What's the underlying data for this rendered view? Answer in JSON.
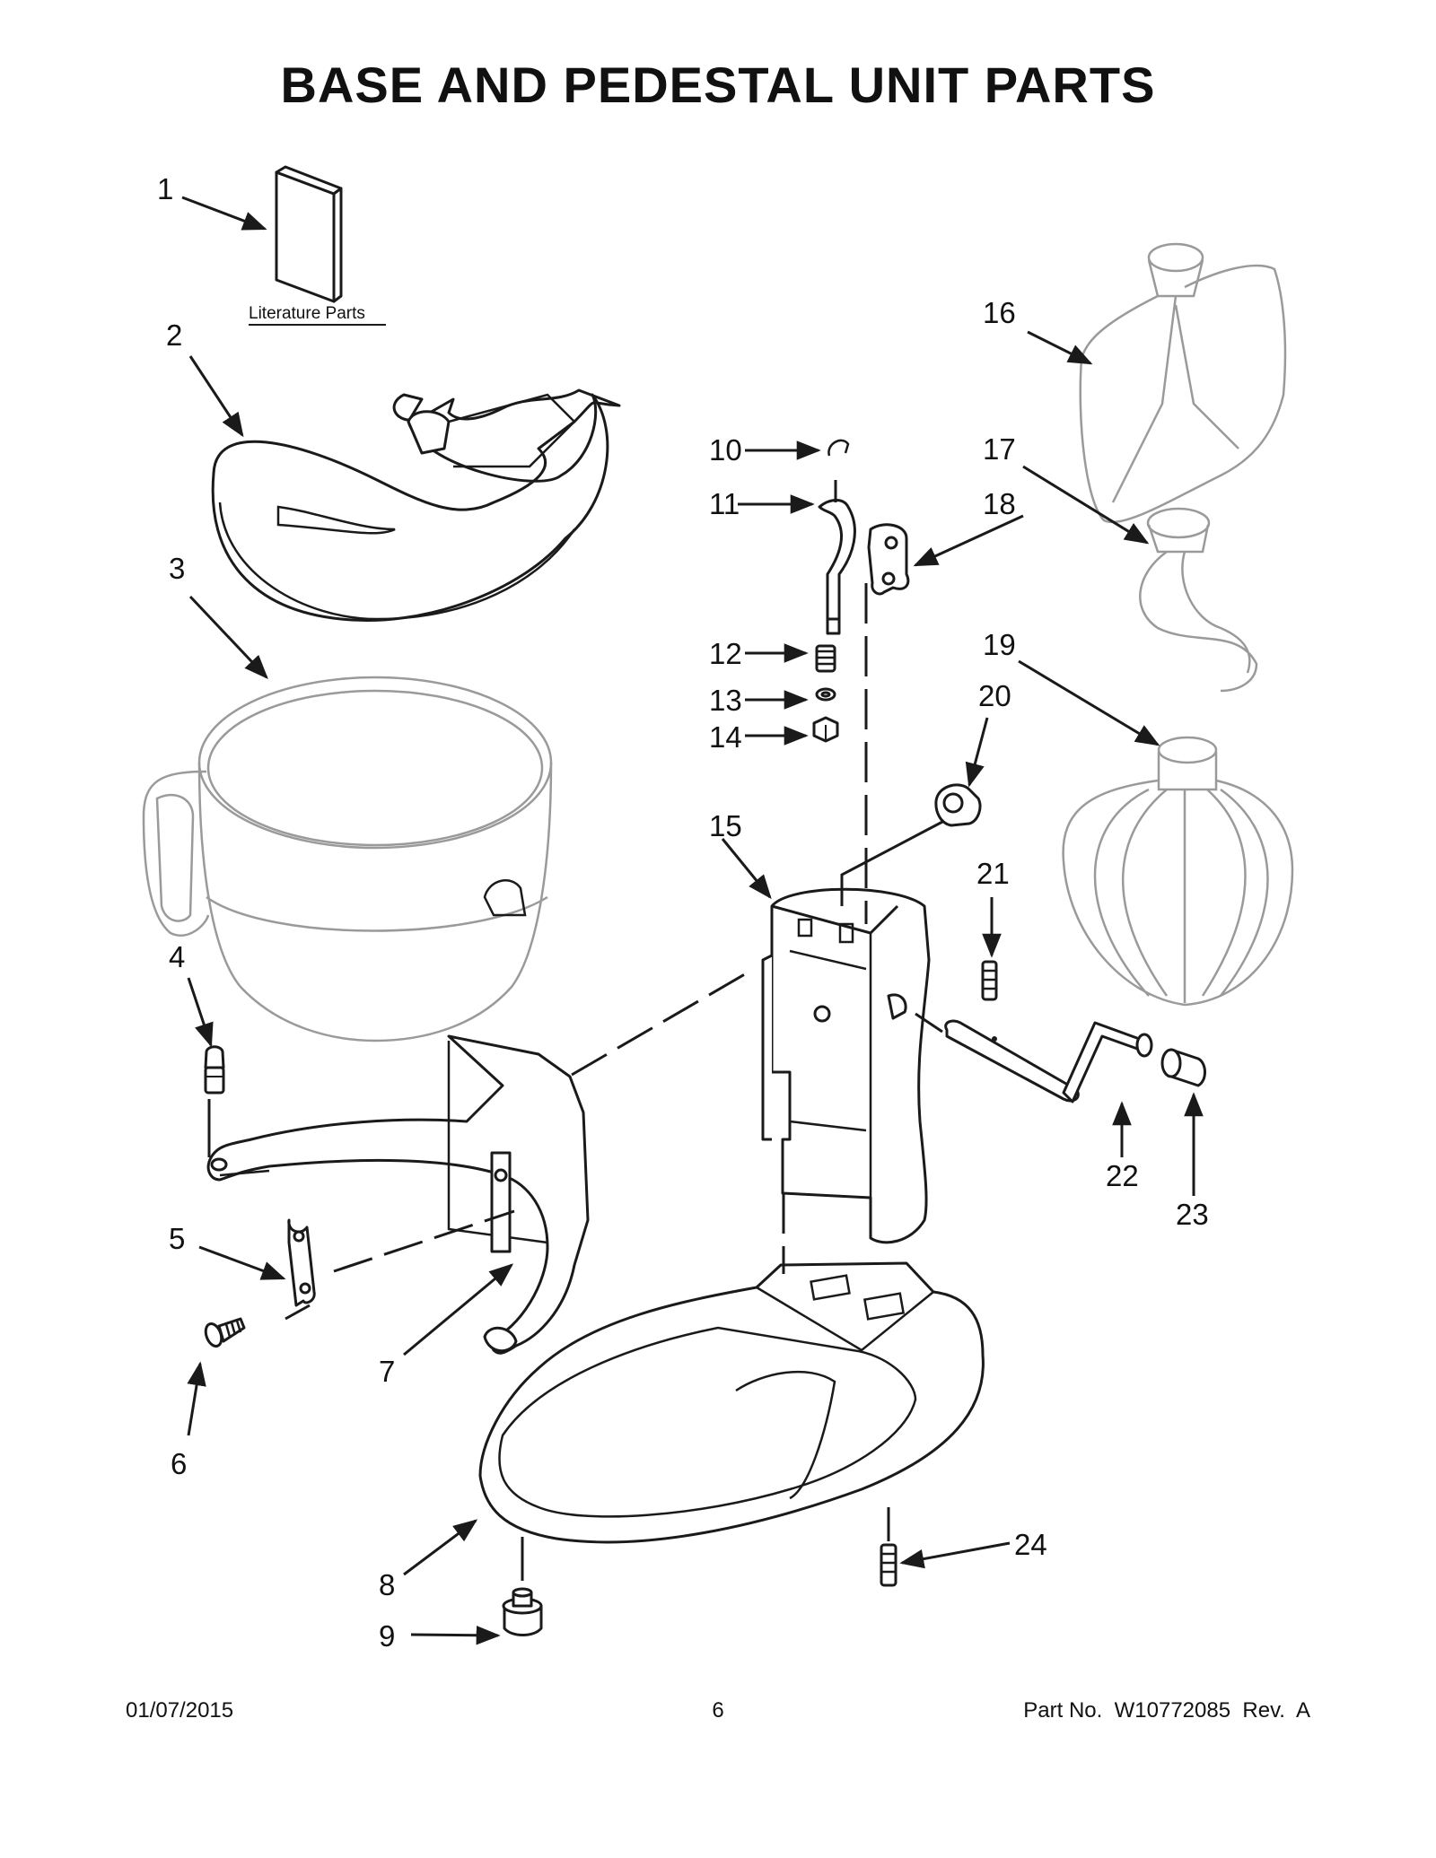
{
  "title": "BASE AND PEDESTAL UNIT PARTS",
  "literature_label": "Literature Parts",
  "callouts": [
    "1",
    "2",
    "3",
    "4",
    "5",
    "6",
    "7",
    "8",
    "9",
    "10",
    "11",
    "12",
    "13",
    "14",
    "15",
    "16",
    "17",
    "18",
    "19",
    "20",
    "21",
    "22",
    "23",
    "24"
  ],
  "footer": {
    "date": "01/07/2015",
    "page": "6",
    "part_no": "Part No.  W10772085  Rev.  A"
  }
}
